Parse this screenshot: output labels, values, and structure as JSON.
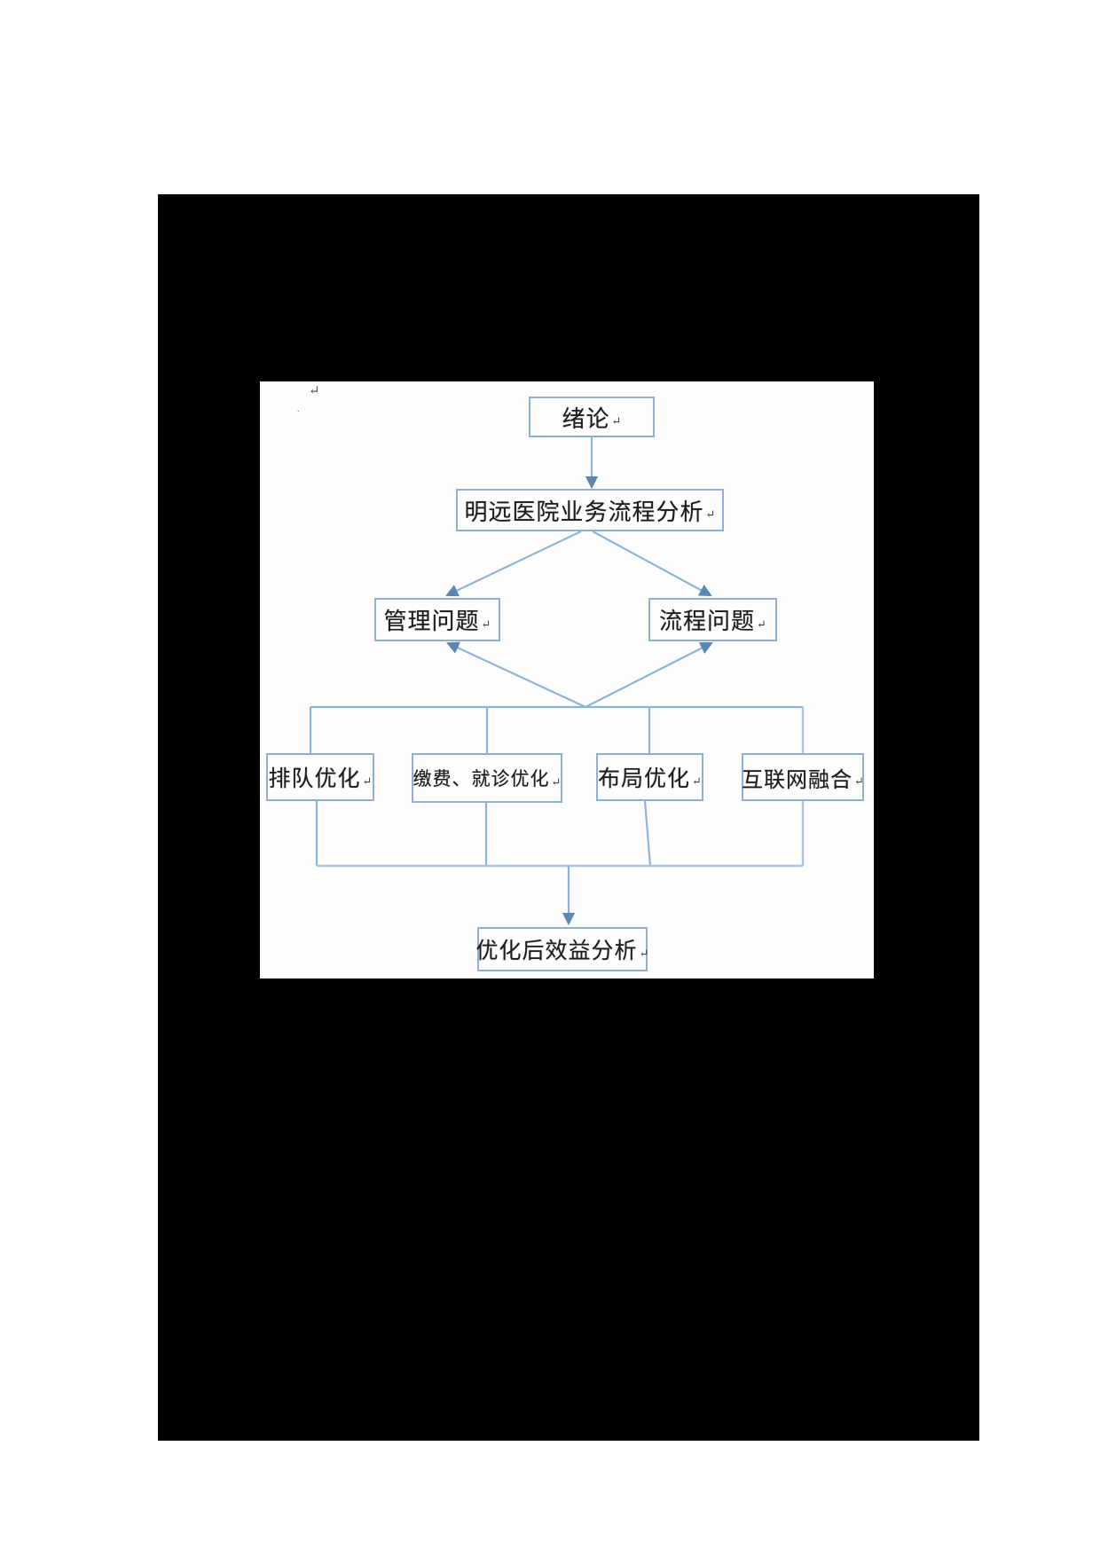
{
  "colors": {
    "page_background": "#ffffff",
    "scan_background": "#010101",
    "panel_background": "#fefefe",
    "line_blue": "#8fb4dc",
    "arrowhead_blue": "#5b87b2",
    "box_border_blue": "#8fafd6",
    "text_color": "#1c1c1c"
  },
  "marks": {
    "pilcrow": "↵",
    "stray_dot": "."
  },
  "flowchart": {
    "nodes": [
      {
        "id": "intro",
        "label": "绪论"
      },
      {
        "id": "analysis",
        "label": "明远医院业务流程分析"
      },
      {
        "id": "management",
        "label": "管理问题"
      },
      {
        "id": "process",
        "label": "流程问题"
      },
      {
        "id": "queue",
        "label": "排队优化"
      },
      {
        "id": "payment",
        "label": "缴费、就诊优化"
      },
      {
        "id": "layout",
        "label": "布局优化"
      },
      {
        "id": "internet",
        "label": "互联网融合"
      },
      {
        "id": "benefit",
        "label": "优化后效益分析"
      }
    ],
    "edges": [
      {
        "from": "intro",
        "to": "analysis",
        "type": "arrow"
      },
      {
        "from": "analysis",
        "to": "management",
        "type": "arrow"
      },
      {
        "from": "analysis",
        "to": "process",
        "type": "arrow"
      },
      {
        "from": "branch-junction",
        "to": "management",
        "type": "arrow"
      },
      {
        "from": "branch-junction",
        "to": "process",
        "type": "arrow"
      },
      {
        "from": "upper-bus",
        "to": "queue",
        "type": "line"
      },
      {
        "from": "upper-bus",
        "to": "payment",
        "type": "line"
      },
      {
        "from": "upper-bus",
        "to": "layout",
        "type": "line"
      },
      {
        "from": "upper-bus",
        "to": "internet",
        "type": "line"
      },
      {
        "from": "queue",
        "to": "lower-bus",
        "type": "line"
      },
      {
        "from": "payment",
        "to": "lower-bus",
        "type": "line"
      },
      {
        "from": "layout",
        "to": "lower-bus",
        "type": "line"
      },
      {
        "from": "internet",
        "to": "lower-bus",
        "type": "line"
      },
      {
        "from": "lower-bus",
        "to": "benefit",
        "type": "arrow"
      }
    ]
  }
}
